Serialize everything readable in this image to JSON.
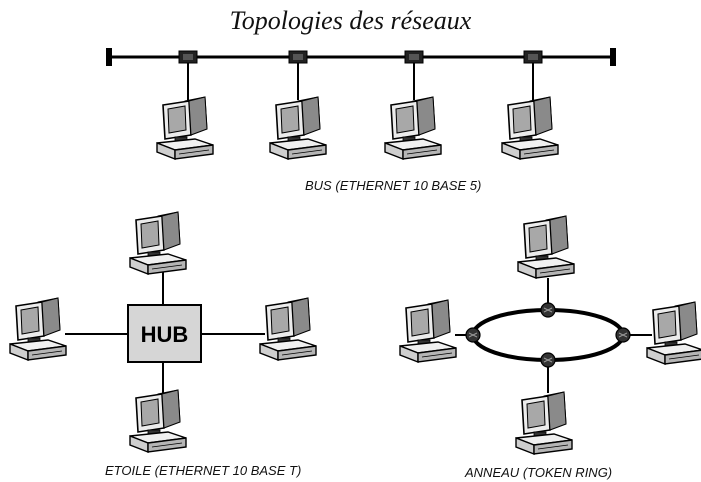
{
  "title": "Topologies des réseaux",
  "diagrams": {
    "bus": {
      "label_main": "BUS",
      "label_detail": "(ETHERNET 10 BASE 5)"
    },
    "star": {
      "label_main": "ETOILE",
      "label_detail": "(ETHERNET 10 BASE T)",
      "hub_label": "HUB"
    },
    "ring": {
      "label_main": "ANNEAU",
      "label_detail": "(TOKEN RING)"
    }
  },
  "icons": [
    "computer-icon",
    "connector-icon"
  ]
}
